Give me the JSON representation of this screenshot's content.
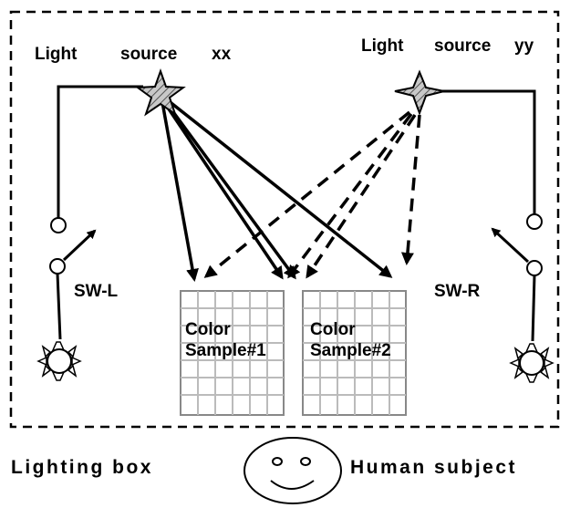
{
  "light_source_xx": {
    "line1": "Light",
    "line2": "source",
    "line3": "xx"
  },
  "light_source_yy": {
    "line1": "Light",
    "line2": "source",
    "line3": "yy"
  },
  "switch_left": "SW-L",
  "switch_right": "SW-R",
  "sample_1": {
    "line1": "Color",
    "line2": "Sample#1"
  },
  "sample_2": {
    "line1": "Color",
    "line2": "Sample#2"
  },
  "lighting_box": "Lighting box",
  "human_subject": "Human subject",
  "colors": {
    "ink": "#000000",
    "grid": "#bbbbbb",
    "star_xx_fill": "#9a9a9a",
    "star_yy_fill": "#b0b0b0",
    "background": "#ffffff"
  },
  "icons": [
    "star-xx-icon",
    "star-yy-icon",
    "lamp-left-icon",
    "lamp-right-icon",
    "face-icon",
    "switch-left-icon",
    "switch-right-icon"
  ]
}
